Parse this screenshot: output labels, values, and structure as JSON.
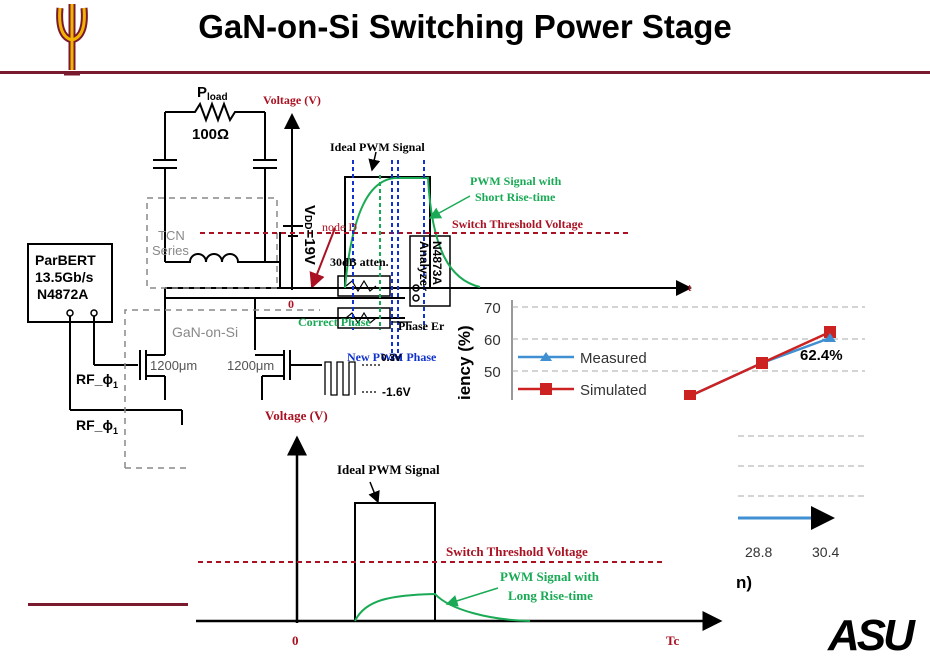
{
  "slide": {
    "title": "GaN-on-Si Switching Power Stage"
  },
  "circuit": {
    "pload_main": "P",
    "pload_sub": "load",
    "resistor_value": "100Ω",
    "tcn_line1": "TCN",
    "tcn_line2": "Series",
    "vdd_label": "V",
    "vdd_sub": "DD",
    "vdd_value": "=19V",
    "node_label": "node D",
    "atten_label": "30dB atten.",
    "analyzer_line1": "Analyzer",
    "analyzer_line2": "N4873A",
    "parbert_line1": "ParBERT",
    "parbert_line2": "13.5Gb/s",
    "parbert_line3": "N4872A",
    "gan_label": "GaN-on-Si",
    "fet1_size": "1200μm",
    "fet2_size": "1200μm",
    "rf1_label": "RF_ϕ",
    "rf1_sub": "1",
    "rf2_label": "RF_ϕ",
    "rf2_sub": "1",
    "neg_voltage": "-1.6V"
  },
  "upper_diagram": {
    "voltage_label": "Voltage (V)",
    "ideal_label": "Ideal PWM Signal",
    "short_line1": "PWM Signal with",
    "short_line2": "Short Rise-time",
    "threshold_label": "Switch Threshold Voltage",
    "zero_label": "0",
    "t_label": "t",
    "correct_phase": "Correct Phase",
    "phase_error": "Phase Er",
    "new_phase": "New PWM Phase",
    "small_voltage": "0.3V",
    "colors": {
      "ideal": "#000000",
      "short": "#1aaa55",
      "threshold": "#aa1122",
      "phase": "#1133cc"
    }
  },
  "efficiency_chart": {
    "ylabel": "iency (%)",
    "y_ticks": [
      "70",
      "60",
      "50"
    ],
    "legend_measured": "Measured",
    "legend_simulated": "Simulated",
    "value_label": "62.4%",
    "x_ticks": [
      "28.8",
      "30.4"
    ],
    "xlabel_fragment": "n)",
    "colors": {
      "measured": "#3f8fd2",
      "simulated": "#cc2222"
    }
  },
  "lower_diagram": {
    "voltage_label": "Voltage (V)",
    "ideal_label": "Ideal PWM Signal",
    "threshold_label": "Switch Threshold Voltage",
    "long_line1": "PWM Signal with",
    "long_line2": "Long Rise-time",
    "zero_label": "0",
    "tc_label": "Tc"
  },
  "logo": {
    "text": "ASU"
  }
}
